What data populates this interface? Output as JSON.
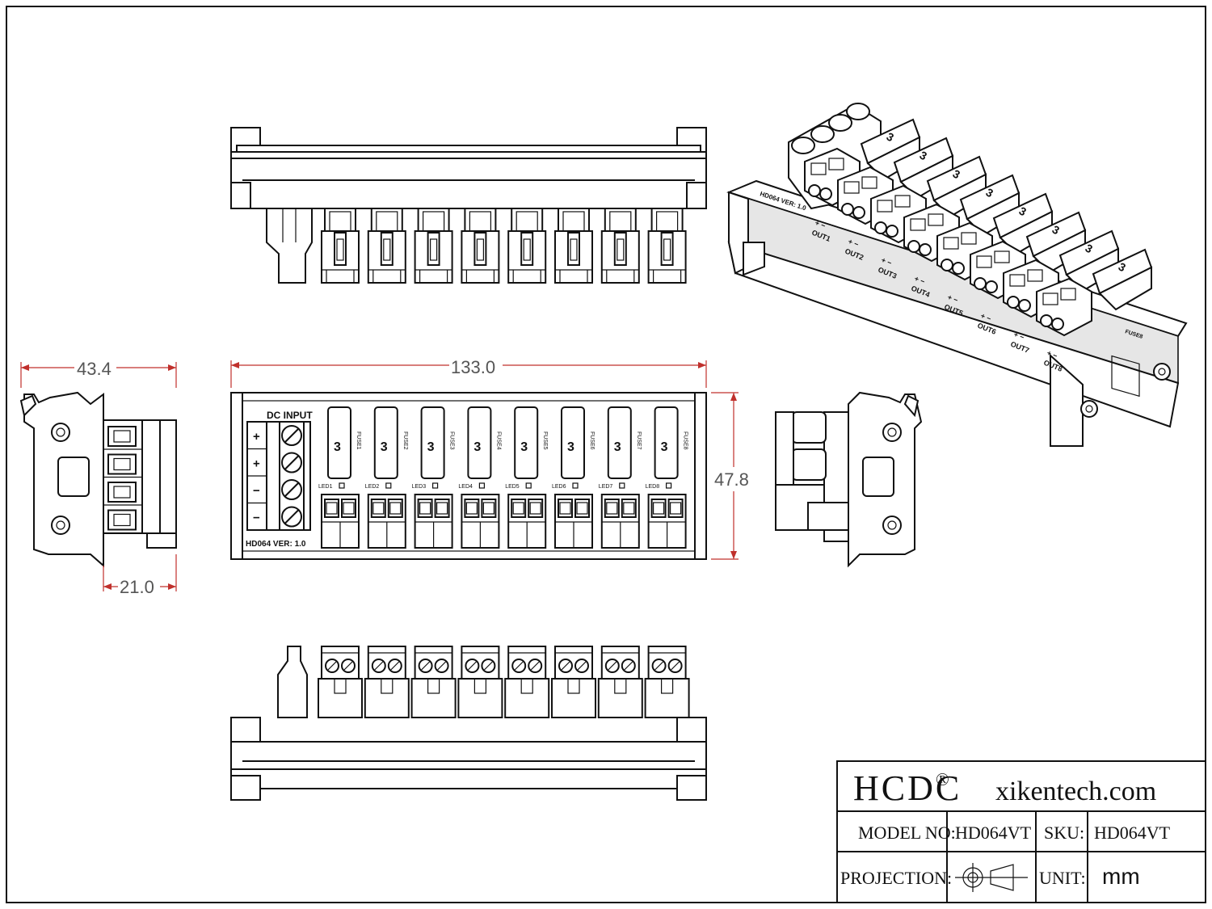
{
  "dimensions": {
    "width_total": "133.0",
    "height": "47.8",
    "depth": "43.4",
    "rail_depth": "21.0"
  },
  "front_panel": {
    "input_label": "DC INPUT",
    "input_terminals": [
      "+",
      "+",
      "−",
      "−"
    ],
    "version_label": "HD064  VER: 1.0",
    "fuse_value": "3",
    "fuses": [
      "FUSE1",
      "FUSE2",
      "FUSE3",
      "FUSE4",
      "FUSE5",
      "FUSE6",
      "FUSE7",
      "FUSE8"
    ],
    "leds": [
      "LED1",
      "LED2",
      "LED3",
      "LED4",
      "LED5",
      "LED6",
      "LED7",
      "LED8"
    ]
  },
  "side_view": {
    "polarity_marks": [
      "+",
      "+",
      "−",
      "−"
    ]
  },
  "iso_view": {
    "version_label": "HD064  VER: 1.0",
    "outputs": [
      "OUT1",
      "OUT2",
      "OUT3",
      "OUT4",
      "OUT5",
      "OUT6",
      "OUT7",
      "OUT8"
    ],
    "fuse_value": "3",
    "end_label": "FUSE8"
  },
  "title_block": {
    "brand": "HCDC",
    "brand_mark": "®",
    "website": "xikentech.com",
    "model_label": "MODEL NO:",
    "model_value": "HD064VT",
    "sku_label": "SKU:",
    "sku_value": "HD064VT",
    "projection_label": "PROJECTION:",
    "unit_label": "UNIT:",
    "unit_value": "mm"
  }
}
